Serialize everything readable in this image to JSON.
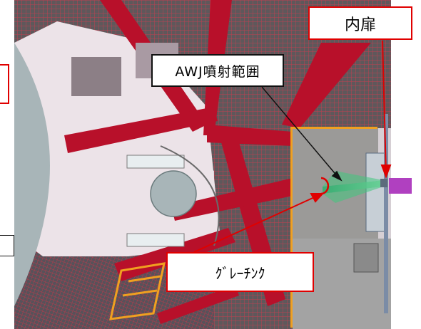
{
  "labels": {
    "inner_door": "内扉",
    "awj_range": "AWJ噴射範囲",
    "grating": "ｸﾞﾚｰﾁﾝｸ"
  },
  "colors": {
    "callout_border": "#e00000",
    "arrow_red": "#e00000",
    "arrow_black": "#111111",
    "beam_red": "#b8102a",
    "grating_grey": "#5a5558",
    "floor_pink": "#ece3e8",
    "vessel_grey": "#a8b5b8",
    "platform_grey": "#9a9a9a",
    "highlight_orange": "#f0a020",
    "spray_green": "#35c07a",
    "nozzle_purple": "#b040c0"
  }
}
